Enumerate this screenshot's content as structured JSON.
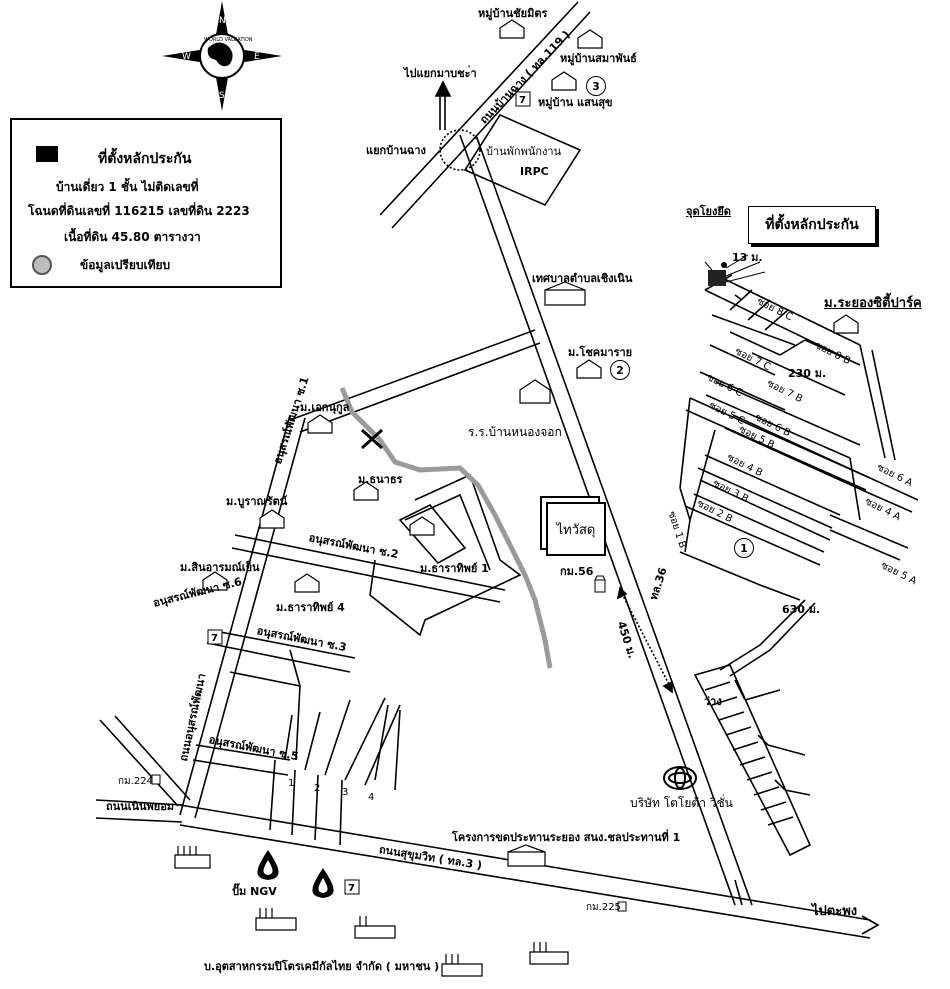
{
  "legend": {
    "line1": "ที่ตั้งหลักประกัน",
    "line2": "บ้านเดี่ยว 1 ชั้น ไม่ติดเลขที่",
    "line3": "โฉนดที่ดินเลขที่ 116215 เลขที่ดิน 2223",
    "line4": "เนื้อที่ดิน 45.80 ตารางวา",
    "line5": "ข้อมูลเปรียบเทียบ"
  },
  "compass": {
    "label": "WORLD VALUATION",
    "n": "N",
    "s": "S",
    "e": "E",
    "w": "W"
  },
  "callout": "ที่ตั้งหลักประกัน",
  "labels": {
    "mu_ban_chai_mit": "หมู่บ้านชัยมิตร",
    "mu_ban_sam_phan": "หมู่บ้านสมาพันธ์",
    "mu_ban_saen_suk": "หมู่บ้าน แสนสุข",
    "to_map_ta_phut": "ไปแยกมาบชะ่า",
    "road_ban_chang": "ถนนบ้านฉาง ( ทล.119 )",
    "yaek_ban_chang": "แยกบ้านฉาง",
    "irpc_house": "บ้านพักพนักงาน",
    "irpc": "IRPC",
    "reference_point": "จุดโยงยึด",
    "dist_13": "13 ม.",
    "tessaban": "เทศบาลตำบลเชิงเนิน",
    "rayong_city_park": "ม.ระยองซิตี้ปาร์ค",
    "chotmarai": "ม.โชคมาราย",
    "dist_230": "230 ม.",
    "school": "ร.ร.บ้านหนองจอก",
    "mo_ekkul": "ม.เอกนุกูล",
    "anusarn_road": "อนุสรณ์พัฒนา ซ.1",
    "mo_thanatra": "ม.ธนาธร",
    "mo_buranarat": "ม.บูราณรัตน์",
    "anusarn_2": "อนุสรณ์พัฒนา ซ.2",
    "thai_watsadu": "ไทวัสดุ",
    "mo_tharathip1": "ม.ธาราทิพย์ 1",
    "km56": "กม.56",
    "mo_sinsomyen": "ม.สินอารมณ์เย็น",
    "anusarn_6": "อนุสรณ์พัฒนา ซ.6",
    "mo_tharathip4": "ม.ธาราทิพย์ 4",
    "anusarn_3": "อนุสรณ์พัฒนา ซ.3",
    "road_36": "ทล.36",
    "dist_450": "450 ม.",
    "dist_630": "630 ม.",
    "vacant": "ว่าง",
    "road_anusarn": "ถนนอนุสรณ์พัฒนา",
    "anusarn_5": "อนุสรณ์พัฒนา ซ.5",
    "km224": "กม.224",
    "road_noen_phayom": "ถนนเนินพยอม",
    "toyota": "บริษัท โตโยต้า วิชั่น",
    "waterworks": "โครงการขดประทานระยอง สนง.ชลประทานที่ 1",
    "sukhumvit": "ถนนสุขุมวิท ( ทล.3 )",
    "ngv": "ปั๊ม NGV",
    "km225": "กม.225",
    "to_taphong": "ไปตะพง",
    "petrochem": "บ.อุตสาหกรรมปิโตรเคมีกัลไทย จำกัด ( มหาชน )",
    "soi_8c": "ซอย 8 C",
    "soi_8b": "ซอย 8 B",
    "soi_7c": "ซอย 7 C",
    "soi_7b": "ซอย 7 B",
    "soi_6c": "ซอย 6 C",
    "soi_6b": "ซอย 6 B",
    "soi_5c": "ซอย 5 C",
    "soi_5b": "ซอย 5 B",
    "soi_4b": "ซอย 4 B",
    "soi_3b": "ซอย 3 B",
    "soi_2b": "ซอย 2 B",
    "soi_1b": "ซอย 1 B",
    "soi_6a": "ซอย 6 A",
    "soi_4a": "ซอย 4 A",
    "soi_5a": "ซอย 5 A",
    "soi_1": "1",
    "soi_2": "2",
    "soi_3": "3",
    "soi_4": "4"
  },
  "markers": {
    "m1": "1",
    "m2": "2",
    "m3": "3"
  }
}
